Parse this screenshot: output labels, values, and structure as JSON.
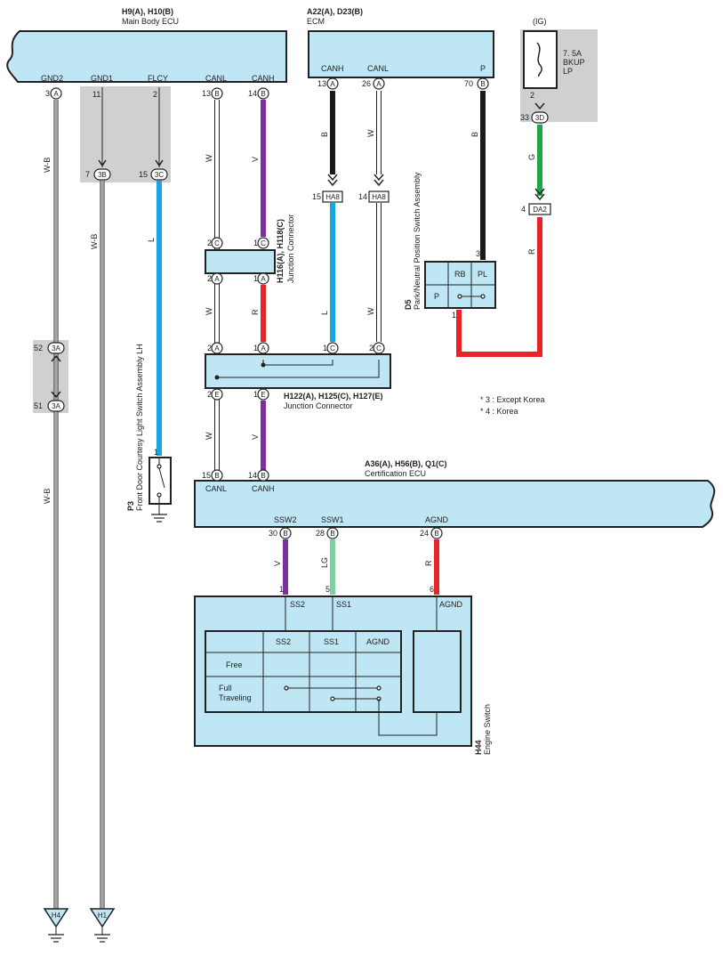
{
  "components": {
    "main_body_ecu": {
      "ref": "H9(A), H10(B)",
      "name": "Main Body ECU",
      "pins": {
        "gnd2": "GND2",
        "gnd1": "GND1",
        "flcy": "FLCY",
        "canl": "CANL",
        "canh": "CANH"
      }
    },
    "ecm": {
      "ref": "A22(A), D23(B)",
      "name": "ECM",
      "pins": {
        "canh": "CANH",
        "canl": "CANL",
        "p": "P"
      }
    },
    "fuse": {
      "ref": "(IG)",
      "name_line1": "7. 5A",
      "name_line2": "BKUP",
      "name_line3": "LP"
    },
    "jc_top": {
      "ref": "H116(A), H118(C)",
      "name": "Junction Connector"
    },
    "jc_mid": {
      "ref": "H122(A), H125(C), H127(E)",
      "name": "Junction Connector"
    },
    "park_neutral": {
      "ref": "D5",
      "name": "Park/Neutral Position Switch Assembly",
      "cols": [
        "RB",
        "PL"
      ],
      "row": "P"
    },
    "door_switch": {
      "ref": "P3",
      "name": "Front Door Courtesy Light Switch Assembly LH"
    },
    "cert_ecu": {
      "ref": "A36(A), H56(B), Q1(C)",
      "name": "Certification ECU",
      "pins": {
        "canl": "CANL",
        "canh": "CANH",
        "ssw2": "SSW2",
        "ssw1": "SSW1",
        "agnd": "AGND"
      }
    },
    "engine_switch": {
      "ref": "H44",
      "name": "Engine Switch",
      "pins": {
        "ss2": "SS2",
        "ss1": "SS1",
        "agnd": "AGND"
      },
      "table": {
        "headers": [
          "SS2",
          "SS1",
          "AGND"
        ],
        "row1": "Free",
        "row2a": "Full",
        "row2b": "Traveling"
      }
    }
  },
  "notes": [
    "* 3 : Except Korea",
    "* 4 : Korea"
  ],
  "grounds": [
    "H4",
    "H1"
  ],
  "wire_colors": {
    "wb1": "W-B",
    "wb2": "W-B",
    "wb3": "W-B",
    "l_flcy": "L",
    "w_canl1": "W",
    "v_canh1": "V",
    "w_canl2": "W",
    "r_canh2": "R",
    "w_canl3": "W",
    "v_canh3": "V",
    "b_ecm_canh": "B",
    "w_ecm_canl": "W",
    "l_ecm_canh": "L",
    "w_ecm_canl2": "W",
    "b_ecm_p": "B",
    "g_fuse": "G",
    "r_fuse": "R",
    "v_ssw2": "V",
    "lg_ssw1": "LG",
    "r_agnd": "R"
  },
  "colors": {
    "W": "#ffffff",
    "B": "#1a1a1a",
    "V": "#7b2fa0",
    "L": "#1aa6e0",
    "R": "#e8232a",
    "G": "#1aa84a",
    "LG": "#7fd0a0",
    "box": "#bfe6f5",
    "shade": "#d0d0d0"
  },
  "pins": {
    "p3a": "3",
    "p11": "11",
    "p2": "2",
    "p13b": "13",
    "p14b": "14",
    "p7": "7",
    "c3b": "3B",
    "p15": "15",
    "c3c": "3C",
    "p2c": "2",
    "p1c": "1",
    "p2a": "2",
    "p1a": "1",
    "p2a2": "2",
    "p1a2": "1",
    "p1c2": "1",
    "p2c2": "2",
    "p2e": "2",
    "p1e": "1",
    "p15b": "15",
    "p14b2": "14",
    "e13": "13",
    "e26": "26",
    "e70": "70",
    "ha8a": "15",
    "ha8b": "14",
    "ha8": "HA8",
    "f2": "2",
    "f33": "33",
    "c3d": "3D",
    "da2n": "4",
    "da2": "DA2",
    "d5_3": "3",
    "d5_1": "1",
    "p3_1": "1",
    "c52": "52",
    "c51": "51",
    "c3a": "3A",
    "cert30": "30",
    "cert28": "28",
    "cert24": "24",
    "es1": "1",
    "es5": "5",
    "es6": "6",
    "A": "A",
    "B": "B",
    "C": "C",
    "E": "E"
  }
}
